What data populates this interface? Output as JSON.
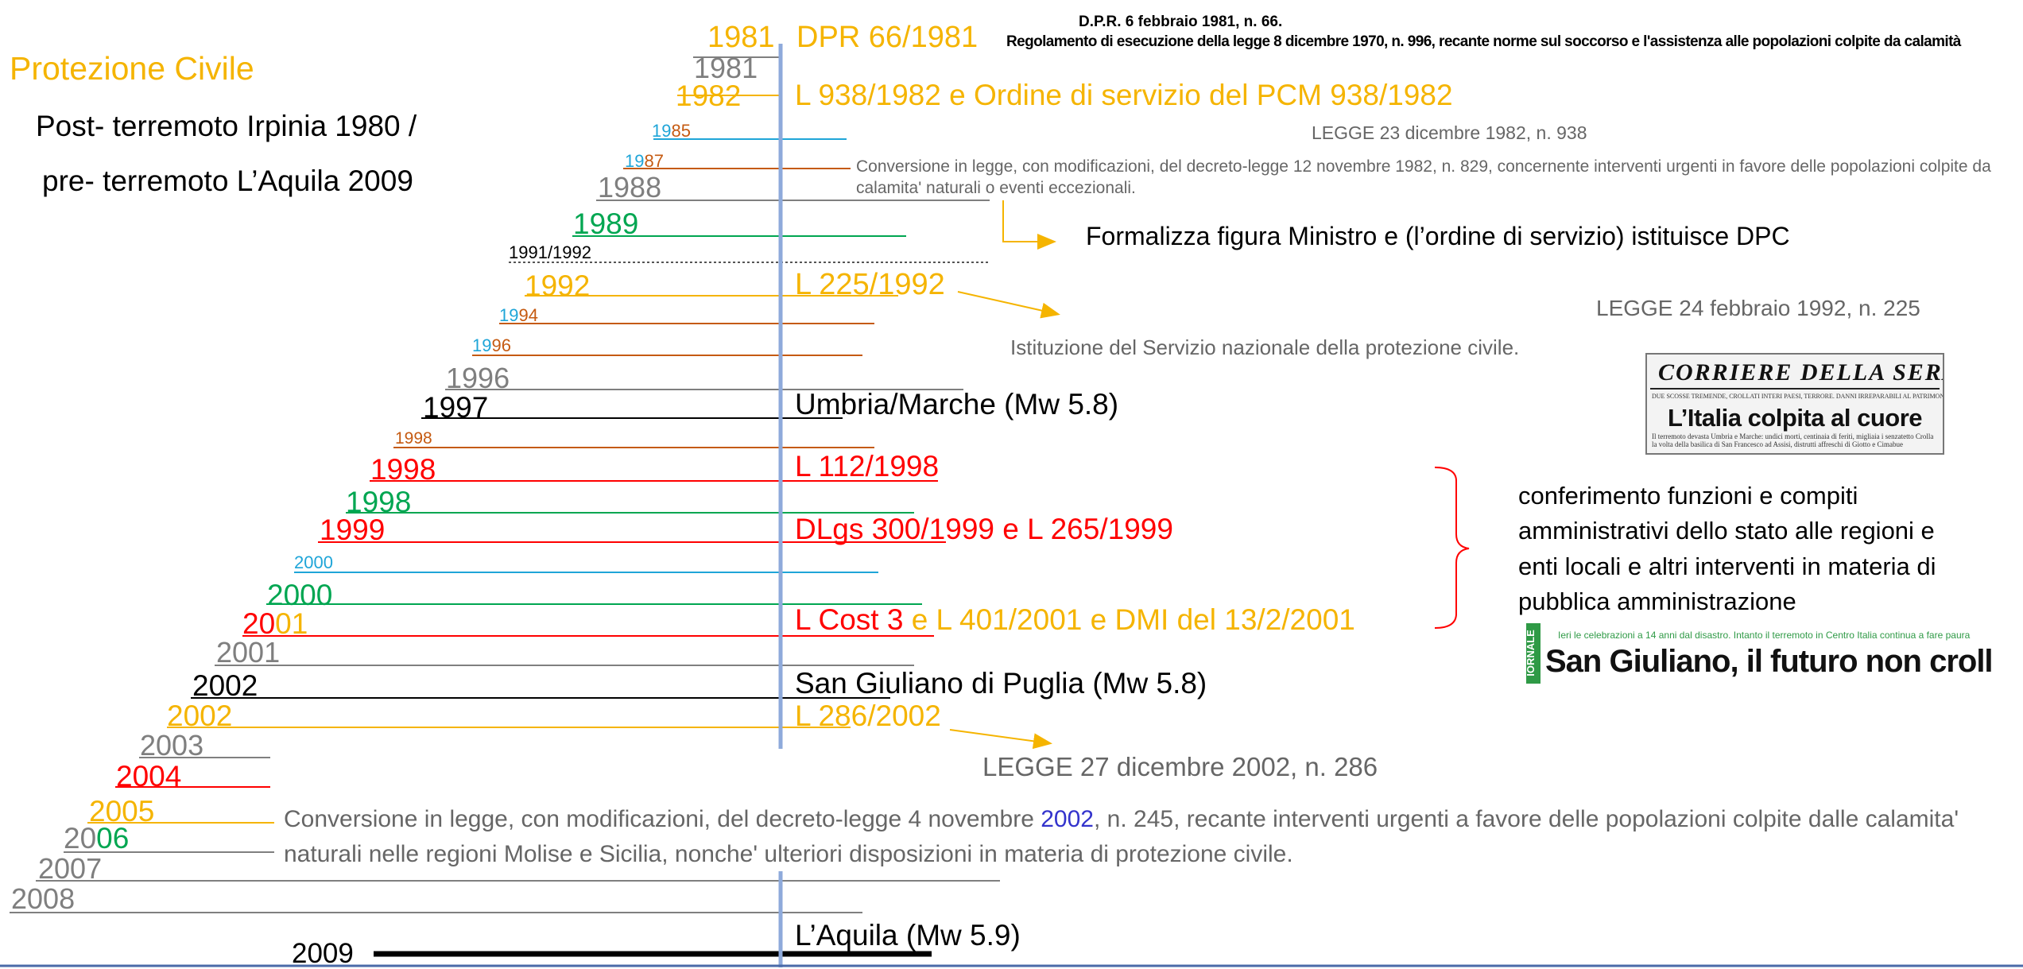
{
  "header": {
    "title": "Protezione Civile",
    "subtitle_line1": "Post- terremoto Irpinia 1980 /",
    "subtitle_line2": "pre- terremoto L’Aquila 2009"
  },
  "timeline": {
    "y1981a": "1981",
    "y1981b": "1981",
    "y1982": "1982",
    "y1985a": "19",
    "y1985b": "85",
    "y1987a": "19",
    "y1987b": "87",
    "y1988": "1988",
    "y1989": "1989",
    "y1991_92": "1991/1992",
    "y1992": "1992",
    "y1994a": "19",
    "y1994b": "94",
    "y1996a": "19",
    "y1996b": "96",
    "y1996": "1996",
    "y1997": "1997",
    "y1998a": "1998",
    "y1998b": "1998",
    "y1998c": "1998",
    "y1999": "1999",
    "y2000a": "2000",
    "y2000b": "2000",
    "y2001a1": "20",
    "y2001a2": "01",
    "y2001b": "2001",
    "y2002a": "2002",
    "y2002b": "2002",
    "y2003": "2003",
    "y2004": "2004",
    "y2005": "2005",
    "y2006a": "20",
    "y2006b": "06",
    "y2007": "2007",
    "y2008": "2008",
    "y2009": "2009"
  },
  "events": {
    "dpr66": "DPR 66/1981",
    "l938a": "L 938/1982",
    "l938b": " e Ordine di servizio del PCM 938/1982",
    "l225": "L 225/1992",
    "umbria": "Umbria/Marche (Mw 5.8)",
    "l112": "L 112/1998",
    "dlgs300": "DLgs 300/1999 e L 265/1999",
    "lcost3a": "L Cost 3",
    "lcost3b": " e L 401/2001 e DMI del 13/2/2001",
    "sangiuliano": "San Giuliano di Puglia (Mw 5.8)",
    "l286": "L 286/2002",
    "laquila": "L’Aquila (Mw 5.9)"
  },
  "notes": {
    "dpr_title": "D.P.R. 6 febbraio 1981, n. 66.",
    "dpr_desc": "Regolamento di esecuzione della legge 8 dicembre 1970, n. 996, recante norme sul soccorso e l'assistenza alle popolazioni colpite da calamità",
    "legge938": "LEGGE 23 dicembre 1982, n. 938",
    "conv829": "Conversione in legge, con modificazioni, del decreto-legge 12 novembre 1982, n. 829, concernente interventi urgenti in favore delle popolazioni colpite da calamita' naturali o eventi eccezionali.",
    "formalizza": "Formalizza figura Ministro e (l’ordine di servizio) istituisce DPC",
    "legge225": "LEGGE 24 febbraio 1992, n. 225",
    "istituzione": "Istituzione del Servizio nazionale della protezione civile.",
    "conferimento": "conferimento funzioni e compiti amministrativi dello stato alle regioni e enti locali e altri interventi in materia di pubblica amministrazione",
    "legge286": "LEGGE 27 dicembre 2002, n. 286",
    "conv245_a": "Conversione in legge, con modificazioni, del decreto-legge 4 novembre ",
    "conv245_b": "2002",
    "conv245_c": ", n. 245, recante interventi urgenti a favore delle popolazioni colpite dalle calamita' naturali nelle regioni Molise e Sicilia, nonche' ulteriori disposizioni in materia di protezione civile."
  },
  "clippings": {
    "cds_masthead": "CORRIERE DELLA SERA",
    "cds_kicker": "DUE SCOSSE TREMENDE, CROLLATI INTERI PAESI, TERRORE. DANNI IRREPARABILI AL PATRIMONIO ARTISTICO",
    "cds_headline": "L’Italia colpita al cuore",
    "cds_body": "Il terremoto devasta Umbria e Marche: undici morti, centinaia di feriti, migliaia i senzatetto Crolla la volta della basilica di San Francesco ad Assisi, distrutti affreschi di Giotto e Cimabue",
    "sg_tag": "IORNALE",
    "sg_kicker": "Ieri le celebrazioni a 14 anni dal disastro. Intanto il terremoto in Centro Italia continua a fare paura",
    "sg_headline": "San Giuliano, il futuro non crolla"
  },
  "colors": {
    "gold": "#f5b400",
    "gray": "#7f7f7f",
    "green": "#00a651",
    "red": "#ff0000",
    "blue": "#1fa5d8",
    "orange": "#c55a11",
    "axis": "#8eaadb",
    "navy": "#3333cc"
  }
}
